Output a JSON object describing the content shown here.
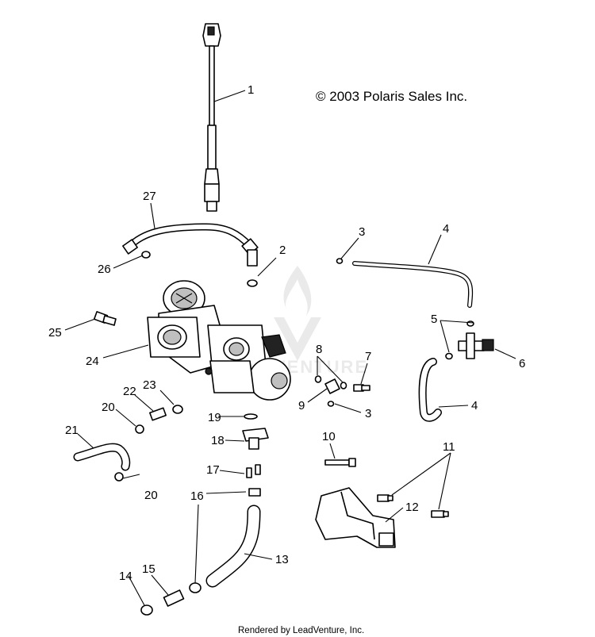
{
  "copyright": "© 2003 Polaris Sales Inc.",
  "footer": "Rendered by LeadVenture, Inc.",
  "watermark": "VENTURE",
  "callouts": [
    {
      "id": "c1",
      "text": "1"
    },
    {
      "id": "c2",
      "text": "2"
    },
    {
      "id": "c3a",
      "text": "3"
    },
    {
      "id": "c3b",
      "text": "3"
    },
    {
      "id": "c4a",
      "text": "4"
    },
    {
      "id": "c4b",
      "text": "4"
    },
    {
      "id": "c5",
      "text": "5"
    },
    {
      "id": "c6",
      "text": "6"
    },
    {
      "id": "c7",
      "text": "7"
    },
    {
      "id": "c8",
      "text": "8"
    },
    {
      "id": "c9",
      "text": "9"
    },
    {
      "id": "c10",
      "text": "10"
    },
    {
      "id": "c11",
      "text": "11"
    },
    {
      "id": "c12",
      "text": "12"
    },
    {
      "id": "c13",
      "text": "13"
    },
    {
      "id": "c14",
      "text": "14"
    },
    {
      "id": "c15",
      "text": "15"
    },
    {
      "id": "c16",
      "text": "16"
    },
    {
      "id": "c17",
      "text": "17"
    },
    {
      "id": "c18",
      "text": "18"
    },
    {
      "id": "c19",
      "text": "19"
    },
    {
      "id": "c20a",
      "text": "20"
    },
    {
      "id": "c20b",
      "text": "20"
    },
    {
      "id": "c21",
      "text": "21"
    },
    {
      "id": "c22",
      "text": "22"
    },
    {
      "id": "c23",
      "text": "23"
    },
    {
      "id": "c24",
      "text": "24"
    },
    {
      "id": "c25",
      "text": "25"
    },
    {
      "id": "c26",
      "text": "26"
    },
    {
      "id": "c27",
      "text": "27"
    }
  ]
}
